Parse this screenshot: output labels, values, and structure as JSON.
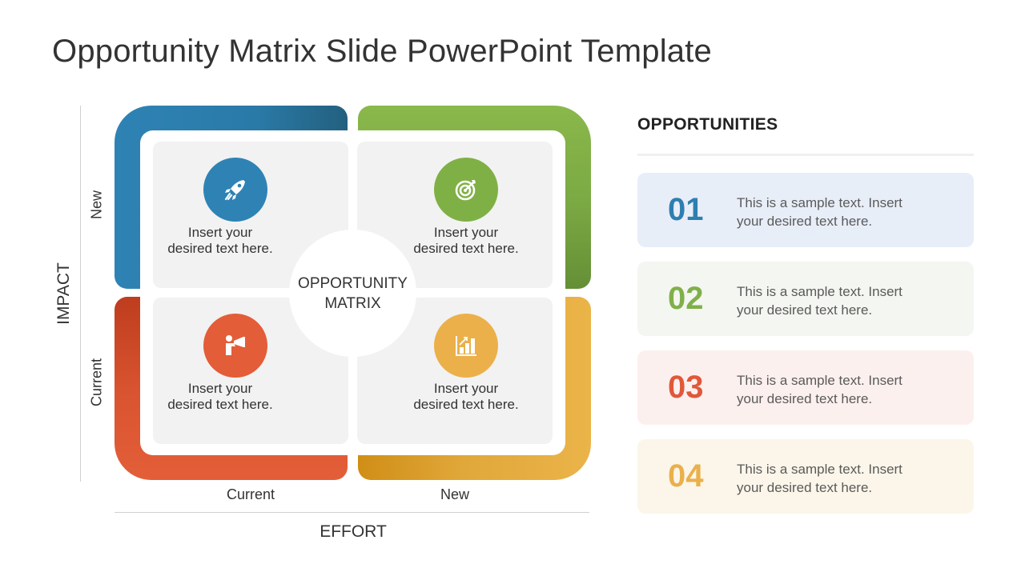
{
  "slide": {
    "title": "Opportunity Matrix Slide PowerPoint Template"
  },
  "matrix": {
    "center_label_line1": "OPPORTUNITY",
    "center_label_line2": "MATRIX",
    "y_axis": {
      "title": "IMPACT",
      "labels": [
        "New",
        "Current"
      ]
    },
    "x_axis": {
      "title": "EFFORT",
      "labels": [
        "Current",
        "New"
      ]
    },
    "quadrants": [
      {
        "position": "top-left",
        "icon": "rocket-icon",
        "color": "#2e83b4",
        "line1": "Insert your",
        "line2": "desired text here."
      },
      {
        "position": "top-right",
        "icon": "target-icon",
        "color": "#7fb045",
        "line1": "Insert your",
        "line2": "desired text here."
      },
      {
        "position": "bottom-left",
        "icon": "megaphone-person-icon",
        "color": "#e35d38",
        "line1": "Insert your",
        "line2": "desired text here."
      },
      {
        "position": "bottom-right",
        "icon": "bar-chart-growth-icon",
        "color": "#ebb04a",
        "line1": "Insert your",
        "line2": "desired text here."
      }
    ]
  },
  "opportunities": {
    "heading": "OPPORTUNITIES",
    "items": [
      {
        "number": "01",
        "color": "#2e7fb0",
        "background": "#e8eef8",
        "line1": "This is a sample text. Insert",
        "line2": "your desired text here."
      },
      {
        "number": "02",
        "color": "#80b04a",
        "background": "#f4f6f1",
        "line1": "This is a sample text. Insert",
        "line2": "your desired text here."
      },
      {
        "number": "03",
        "color": "#e0583a",
        "background": "#fcf0ee",
        "line1": "This is a sample text. Insert",
        "line2": "your desired text here."
      },
      {
        "number": "04",
        "color": "#e9b04c",
        "background": "#fcf6ea",
        "line1": "This is a sample text. Insert",
        "line2": "your desired text here."
      }
    ]
  }
}
